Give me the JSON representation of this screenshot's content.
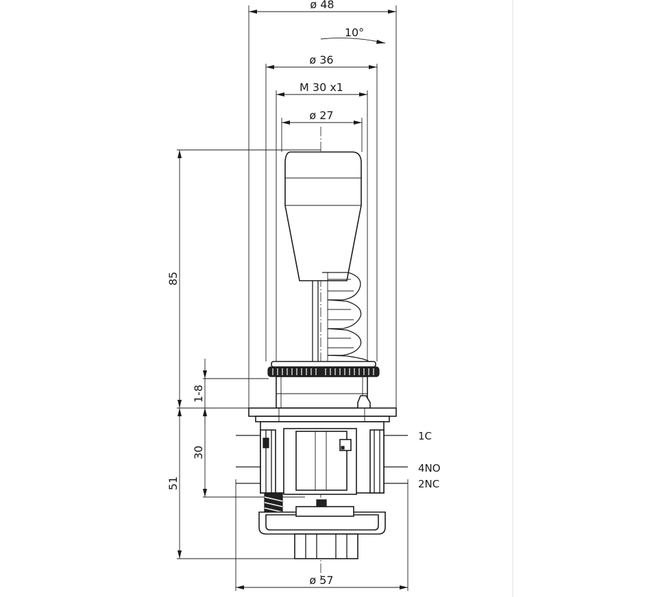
{
  "dimensions": {
    "dia_48": "ø 48",
    "angle_10": "10°",
    "dia_36": "ø 36",
    "thread_m30": "M 30 x1",
    "dia_27": "ø 27",
    "height_85": "85",
    "range_1_8": "1-8",
    "depth_30": "30",
    "height_51": "51",
    "dia_57": "ø 57"
  },
  "terminals": {
    "t1": "1C",
    "t2": "4NO",
    "t3": "2NC"
  }
}
